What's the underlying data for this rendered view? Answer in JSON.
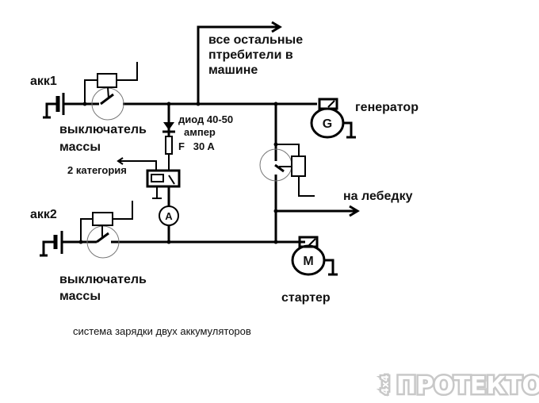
{
  "labels": {
    "other_consumers": [
      "все остальные",
      "птребители в",
      "машине"
    ],
    "battery1": "акк1",
    "battery2": "акк2",
    "master_switch": [
      "выключатель",
      "массы"
    ],
    "diode": [
      "диод 40-50",
      "ампер"
    ],
    "fuse": "F   30 A",
    "relay_category": "2 категория",
    "ammeter_symbol": "A",
    "generator": "генератор",
    "generator_symbol": "G",
    "winch": "на лебедку",
    "starter": "стартер",
    "starter_symbol": "M",
    "caption": "система зарядки двух аккумуляторов"
  },
  "watermark": {
    "small": "4x4",
    "main": "ПРОТЕКТОР"
  }
}
